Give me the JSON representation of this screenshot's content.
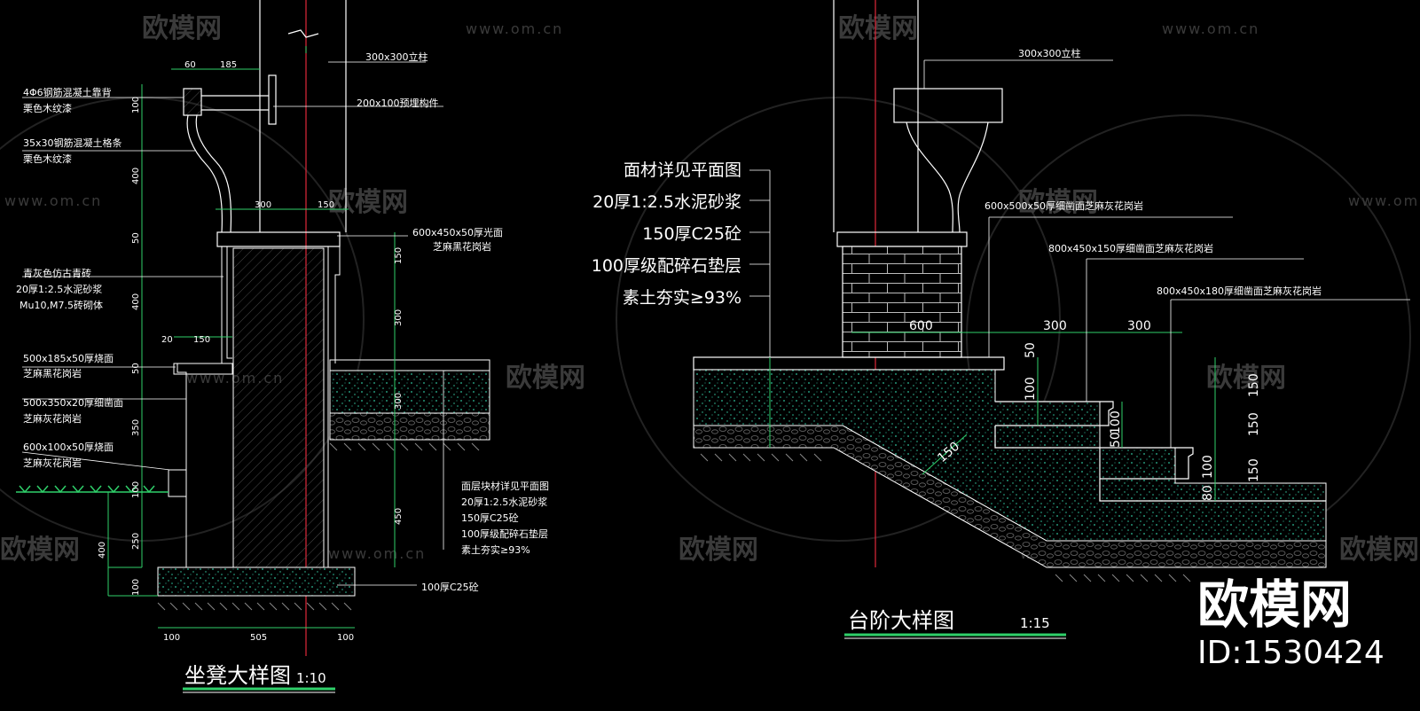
{
  "watermark": {
    "brand": "欧模网",
    "url": "www.om.cn"
  },
  "corner_brand": {
    "name": "欧模网",
    "id": "ID:1530424"
  },
  "left_drawing": {
    "title": "坐凳大样图",
    "scale": "1:10",
    "labels": {
      "post": "300x300立柱",
      "embed": "200x100预埋构件",
      "back_1": "4Φ6钢筋混凝土靠背",
      "back_2": "栗色木纹漆",
      "slat_1": "35x30钢筋混凝土格条",
      "slat_2": "栗色木纹漆",
      "top_1": "600x450x50厚光面",
      "top_2": "芝麻黑花岗岩",
      "brick_1": "青灰色仿古青砖",
      "brick_2": "20厚1:2.5水泥砂浆",
      "brick_3": "Mu10,M7.5砖砌体",
      "cap_1": "500x185x50厚烧面",
      "cap_2": "芝麻黑花岗岩",
      "clad_1": "500x350x20厚细凿面",
      "clad_2": "芝麻灰花岗岩",
      "base_1": "600x100x50厚烧面",
      "base_2": "芝麻灰花岗岩",
      "layer_1": "面层块材详见平面图",
      "layer_2": "20厚1:2.5水泥砂浆",
      "layer_3": "150厚C25砼",
      "layer_4": "100厚级配碎石垫层",
      "layer_5": "素土夯实≥93%",
      "footing": "100厚C25砼"
    },
    "dims": {
      "d60": "60",
      "d185": "185",
      "d100a": "100",
      "d400a": "400",
      "d50a": "50",
      "d400b": "400",
      "d50b": "50",
      "d350": "350",
      "d100b": "100",
      "d250": "250",
      "d100c": "100",
      "d400c": "400",
      "d300top": "300",
      "d150top": "150",
      "d20": "20",
      "d150": "150",
      "d150r": "150",
      "d300r": "300",
      "d300r2": "300",
      "d450r": "450",
      "b100l": "100",
      "b505": "505",
      "b100r": "100"
    }
  },
  "right_drawing": {
    "title": "台阶大样图",
    "scale": "1:15",
    "labels": {
      "post": "300x300立柱",
      "stone_1": "600x500x50厚细凿面芝麻灰花岗岩",
      "stone_2": "800x450x150厚细凿面芝麻灰花岗岩",
      "stone_3": "800x450x180厚细凿面芝麻灰花岗岩",
      "layer_1": "面材详见平面图",
      "layer_2": "20厚1:2.5水泥砂浆",
      "layer_3": "150厚C25砼",
      "layer_4": "100厚级配碎石垫层",
      "layer_5": "素土夯实≥93%"
    },
    "dims": {
      "h600": "600",
      "h300a": "300",
      "h300b": "300",
      "v50": "50",
      "v100": "100",
      "v100b": "100",
      "v50b": "50",
      "v150a": "150",
      "v150b": "150",
      "v150c": "150",
      "v100c": "100",
      "v80": "80",
      "slope": "150"
    }
  }
}
